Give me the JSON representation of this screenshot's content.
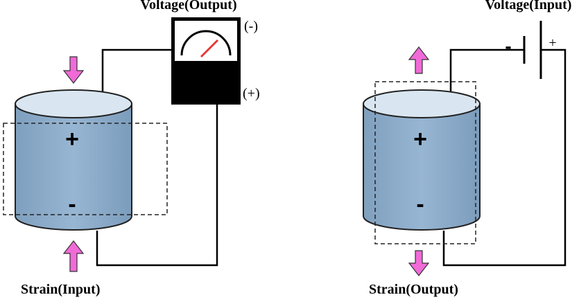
{
  "left_panel": {
    "meter_label": "Voltage(Output)",
    "meter_minus": "(-)",
    "meter_plus": "(+)",
    "top_sign": "+",
    "bottom_sign": "-",
    "strain_label": "Strain(Input)",
    "arrow_color": "#f06ad8"
  },
  "right_panel": {
    "battery_label": "Voltage(Input)",
    "battery_minus": "-",
    "battery_plus": "+",
    "top_sign": "+",
    "bottom_sign": "-",
    "strain_label": "Strain(Output)",
    "arrow_color": "#f06ad8"
  },
  "colors": {
    "cylinder_body": "#8fb0cf",
    "cylinder_top": "#d9e6f1",
    "meter_body": "#000000",
    "needle": "#e53935"
  }
}
